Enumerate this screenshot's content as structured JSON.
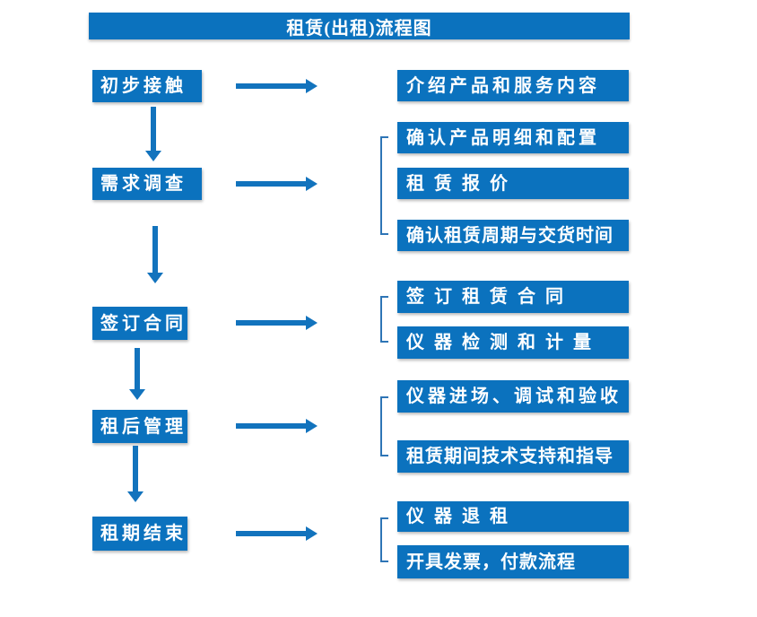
{
  "title": "租赁(出租)流程图",
  "colors": {
    "box": "#0b72be",
    "arrow": "#1273bd",
    "bracket": "#2e75b6",
    "text": "#ffffff",
    "canvas": "#ffffff"
  },
  "rows": [
    {
      "step": "初步接触",
      "details": [
        "介绍产品和服务内容"
      ]
    },
    {
      "step": "需求调查",
      "details": [
        "确认产品明细和配置",
        "租赁报价",
        "确认租赁周期与交货时间"
      ]
    },
    {
      "step": "签订合同",
      "details": [
        "签订租赁合同",
        "仪器检测和计量"
      ]
    },
    {
      "step": "租后管理",
      "details": [
        "仪器进场、调试和验收",
        "租赁期间技术支持和指导"
      ]
    },
    {
      "step": "租期结束",
      "details": [
        "仪器退租",
        "开具发票，付款流程"
      ]
    }
  ]
}
